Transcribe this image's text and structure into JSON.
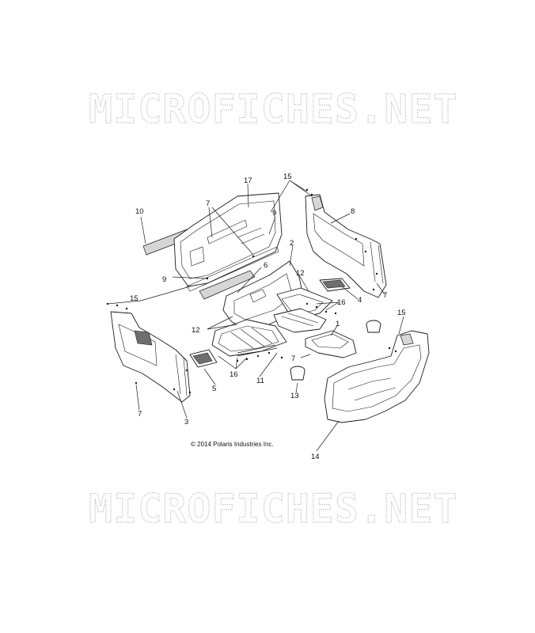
{
  "watermark": {
    "text": "MICROFICHES.NET"
  },
  "copyright": "© 2014 Polaris Industries Inc.",
  "callouts": [
    "1",
    "2",
    "3",
    "4",
    "5",
    "6",
    "7",
    "8",
    "9",
    "10",
    "11",
    "12",
    "13",
    "14",
    "15",
    "16",
    "17"
  ]
}
